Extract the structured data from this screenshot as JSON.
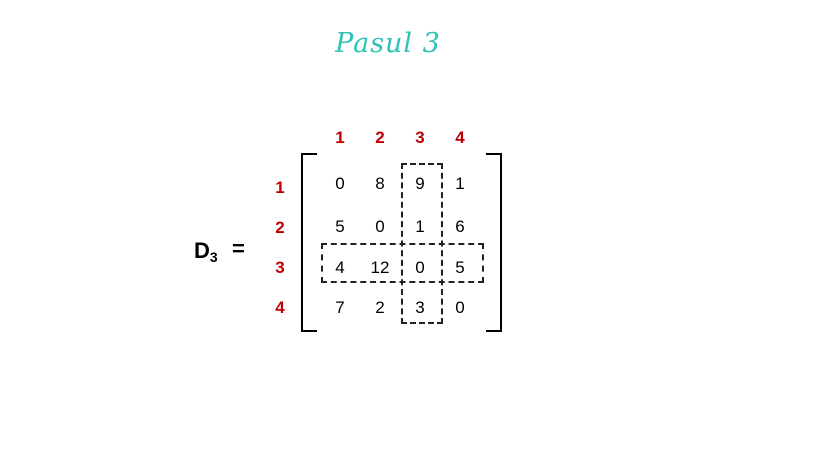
{
  "title": "Pasul 3",
  "matrix_name": "D",
  "matrix_subscript": "3",
  "equals": "=",
  "column_labels": [
    "1",
    "2",
    "3",
    "4"
  ],
  "row_labels": [
    "1",
    "2",
    "3",
    "4"
  ],
  "matrix": [
    [
      "0",
      "8",
      "9",
      "1"
    ],
    [
      "5",
      "0",
      "1",
      "6"
    ],
    [
      "4",
      "12",
      "0",
      "5"
    ],
    [
      "7",
      "2",
      "3",
      "0"
    ]
  ],
  "highlighted_row": 3,
  "highlighted_column": 3,
  "colors": {
    "title": "#2cc2b6",
    "labels": "#c00000",
    "text": "#000000"
  }
}
